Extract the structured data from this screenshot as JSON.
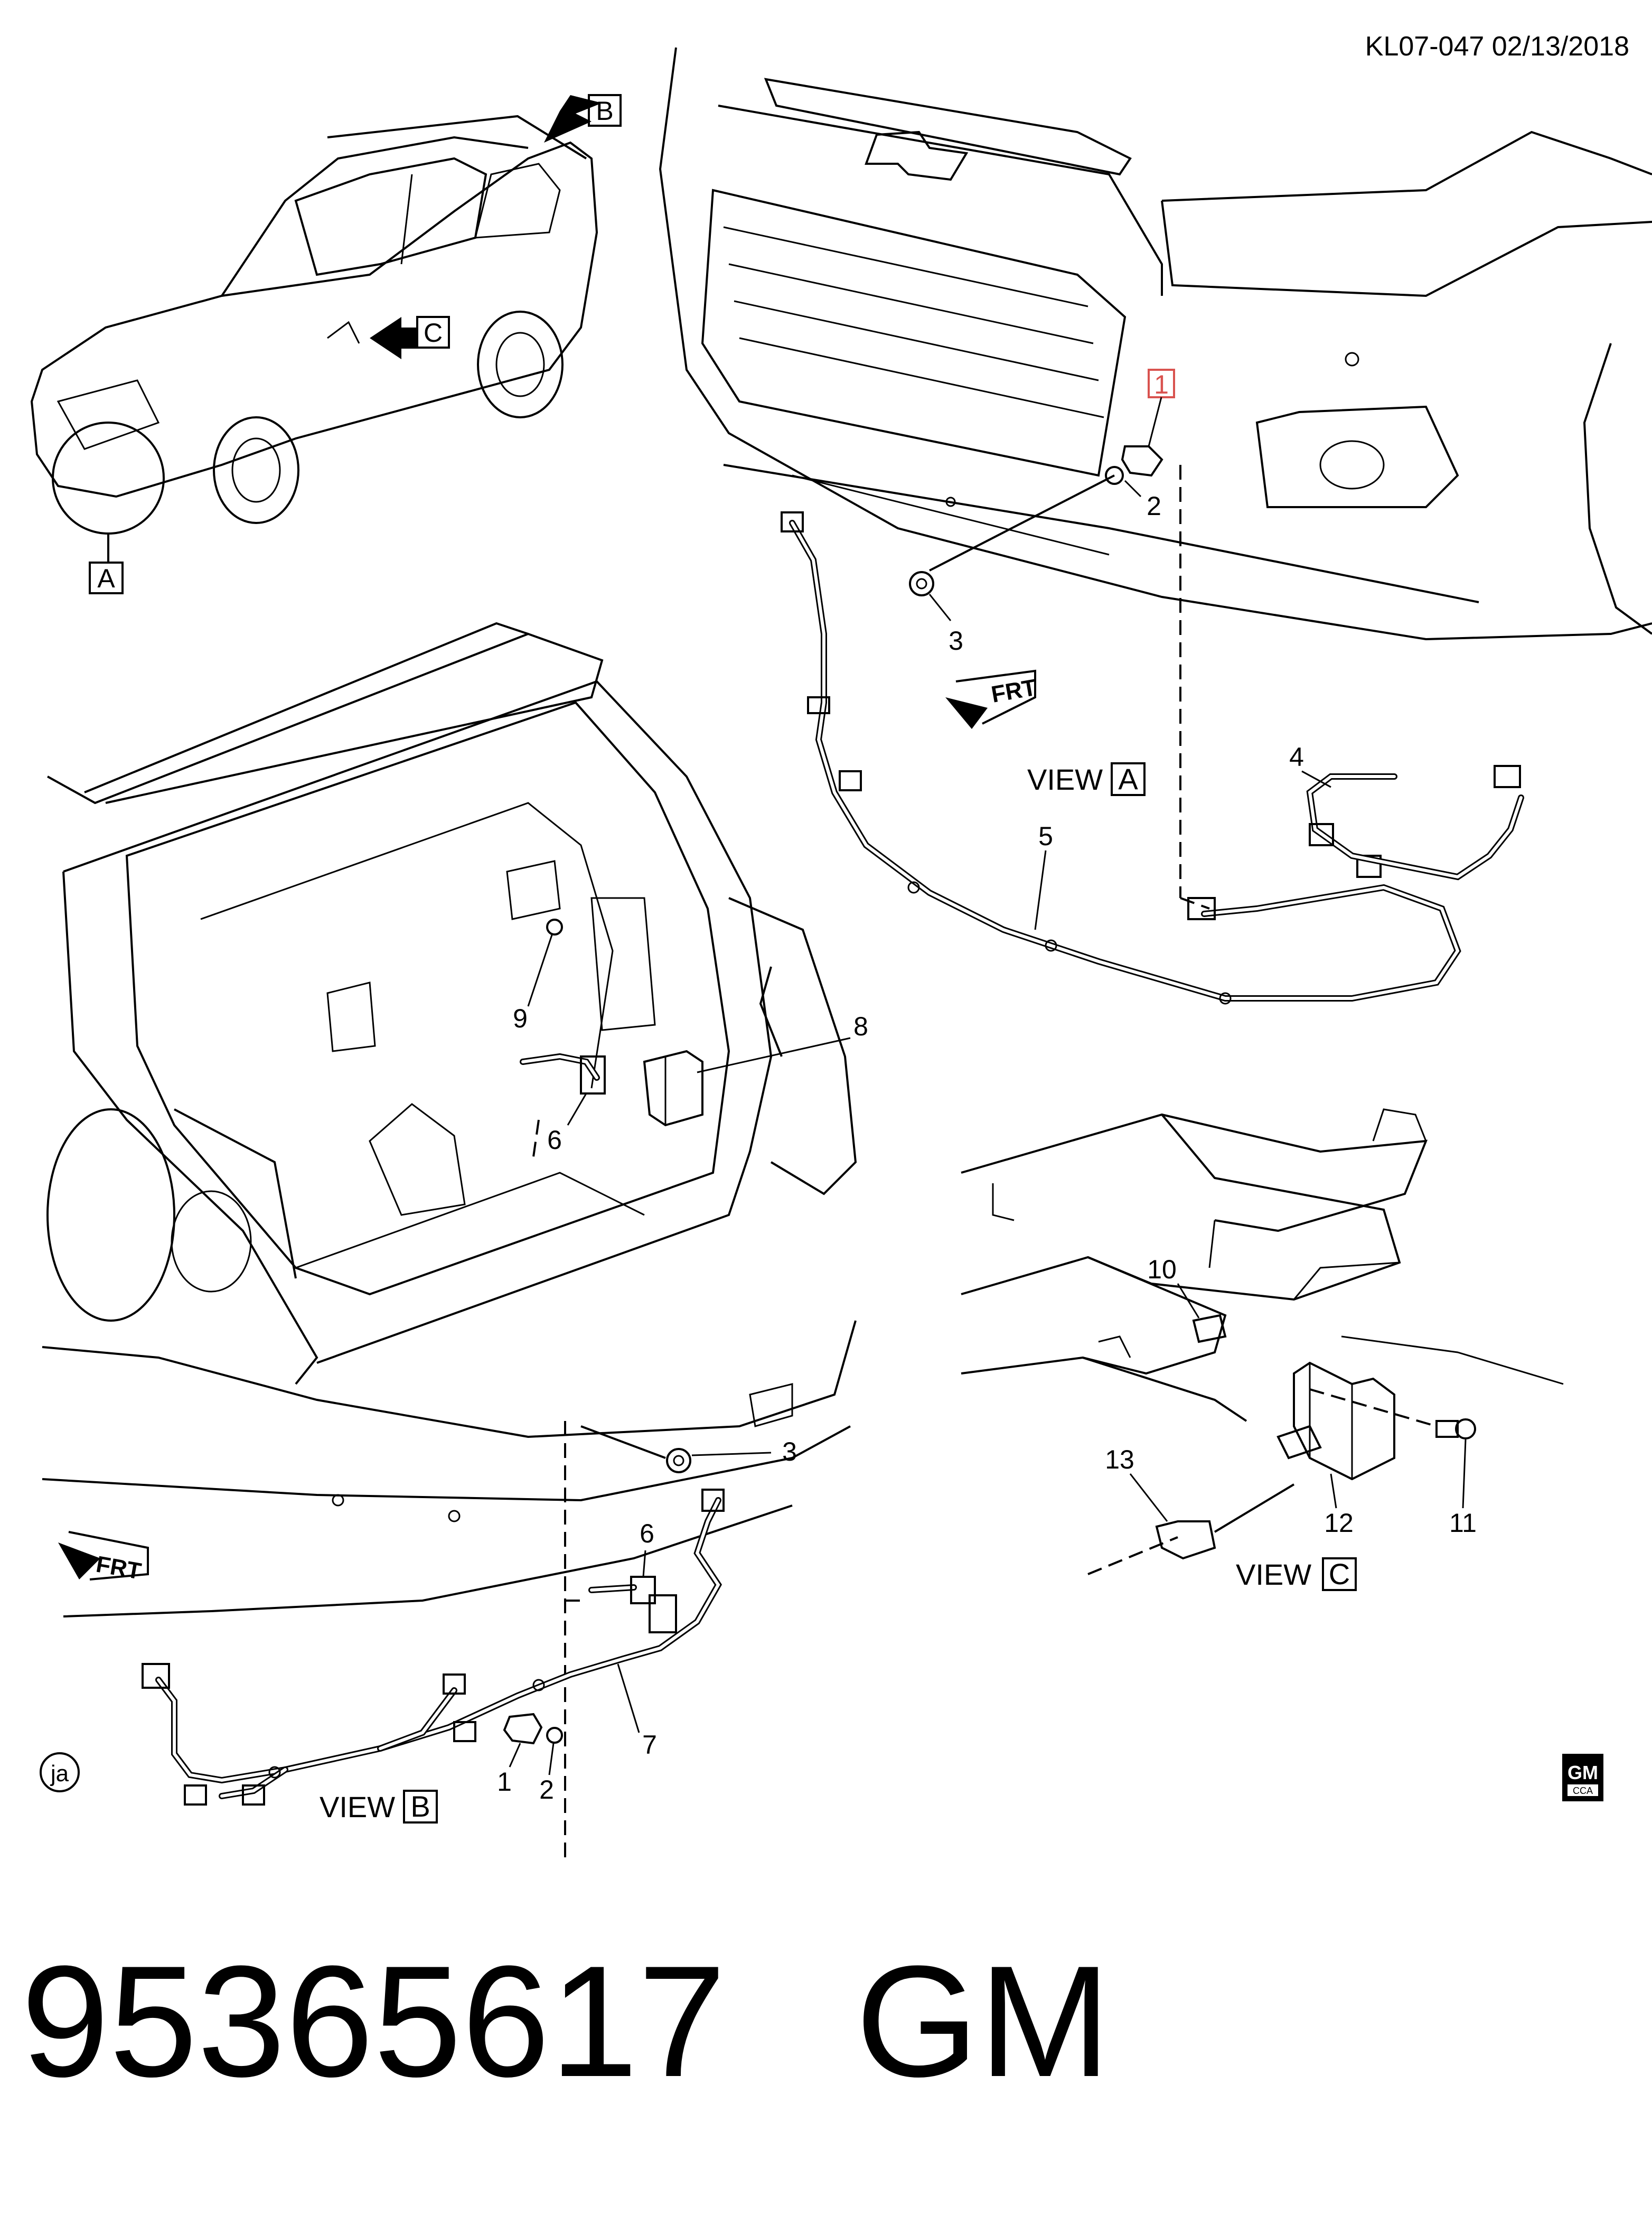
{
  "header": {
    "code": "KL07-047  02/13/2018"
  },
  "callouts": {
    "c1_front": "1",
    "c2_front": "2",
    "c3_front": "3",
    "c4": "4",
    "c5": "5",
    "c9": "9",
    "c8": "8",
    "c6_trunk": "6",
    "c3_rear": "3",
    "c6_rear": "6",
    "c7": "7",
    "c1_rear": "1",
    "c2_rear": "2",
    "c10": "10",
    "c11": "11",
    "c12": "12",
    "c13": "13"
  },
  "views": {
    "a_prefix": "VIEW",
    "a_letter": "A",
    "b_prefix": "VIEW",
    "b_letter": "B",
    "c_prefix": "VIEW",
    "c_letter": "C",
    "letter_a": "A",
    "arrow_b": "B",
    "arrow_c": "C"
  },
  "frt": "FRT",
  "footer": {
    "ja": "ja",
    "logo_top": "GM",
    "logo_bottom": "CCA"
  },
  "part": {
    "number": "95365617",
    "brand": "GM"
  },
  "colors": {
    "highlight": "#d9534f"
  }
}
